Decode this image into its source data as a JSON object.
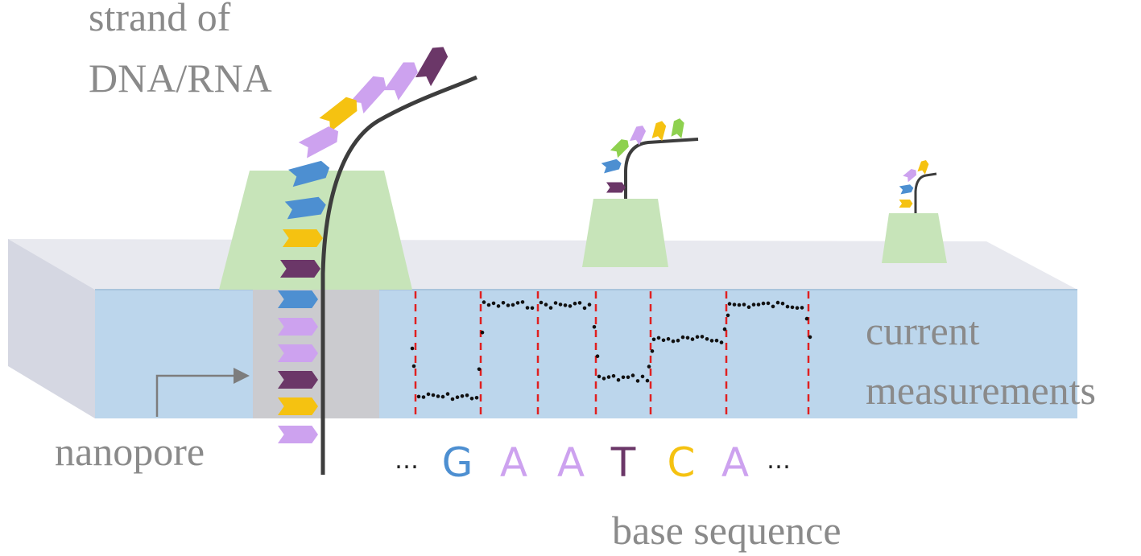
{
  "labels": {
    "strand_line1": "strand of",
    "strand_line2": "DNA/RNA",
    "nanopore": "nanopore",
    "current_line1": "current",
    "current_line2": "measurements",
    "base_sequence": "base sequence"
  },
  "sequence": {
    "ellipsis_left": "…",
    "ellipsis_right": "…",
    "bases": [
      {
        "letter": "G",
        "color": "#4d8fd1"
      },
      {
        "letter": "A",
        "color": "#cda2ef"
      },
      {
        "letter": "A",
        "color": "#cda2ef"
      },
      {
        "letter": "T",
        "color": "#6b3768"
      },
      {
        "letter": "C",
        "color": "#f5c211"
      },
      {
        "letter": "A",
        "color": "#cda2ef"
      }
    ]
  },
  "colors": {
    "membrane_top": "#e8e9ef",
    "membrane_front": "#bcd6ec",
    "membrane_side": "#d5d7e2",
    "pore_protein": "#c7e4b9",
    "pore_channel": "#cbcbcf",
    "strand": "#3d3d3d",
    "segment_divider": "#e02020",
    "signal_dot": "#111111",
    "base_G": "#4d8fd1",
    "base_A": "#cda2ef",
    "base_T": "#6b3768",
    "base_C": "#f5c211",
    "base_extra": "#8ed14f"
  },
  "current_levels": [
    "low",
    "high",
    "high",
    "mid-low",
    "mid",
    "high"
  ]
}
